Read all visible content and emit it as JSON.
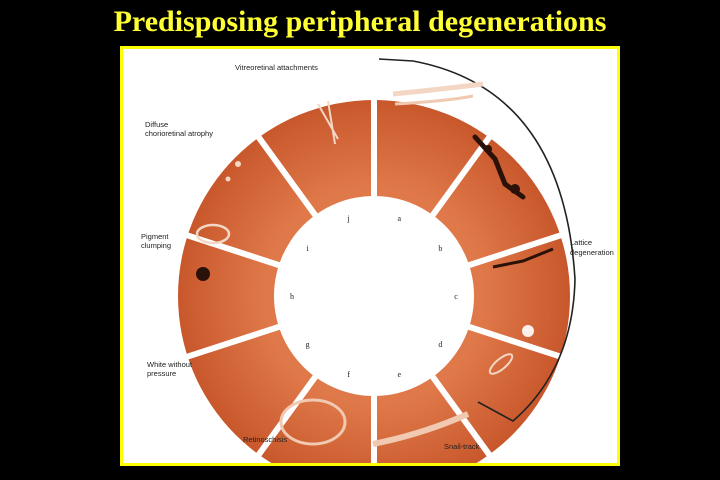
{
  "slide": {
    "title": "Predisposing peripheral degenerations",
    "title_color": "#ffff33",
    "frame_color": "#ffff00",
    "background": "#000000"
  },
  "figure": {
    "labels": {
      "vitreoretinal": "Vitreoretinal attachments",
      "diffuse_line1": "Diffuse",
      "diffuse_line2": "chorioretinal atrophy",
      "pigment_line1": "Pigment",
      "pigment_line2": "clumping",
      "lattice_line1": "Lattice",
      "lattice_line2": "degeneration",
      "white_line1": "White without",
      "white_line2": "pressure",
      "retinoschisis": "Retinoschisis",
      "snail": "Snail-track"
    },
    "segment_letters": [
      "a",
      "b",
      "c",
      "d",
      "e",
      "f",
      "g",
      "h",
      "i",
      "j"
    ],
    "fundus_color": "#d4683a"
  }
}
